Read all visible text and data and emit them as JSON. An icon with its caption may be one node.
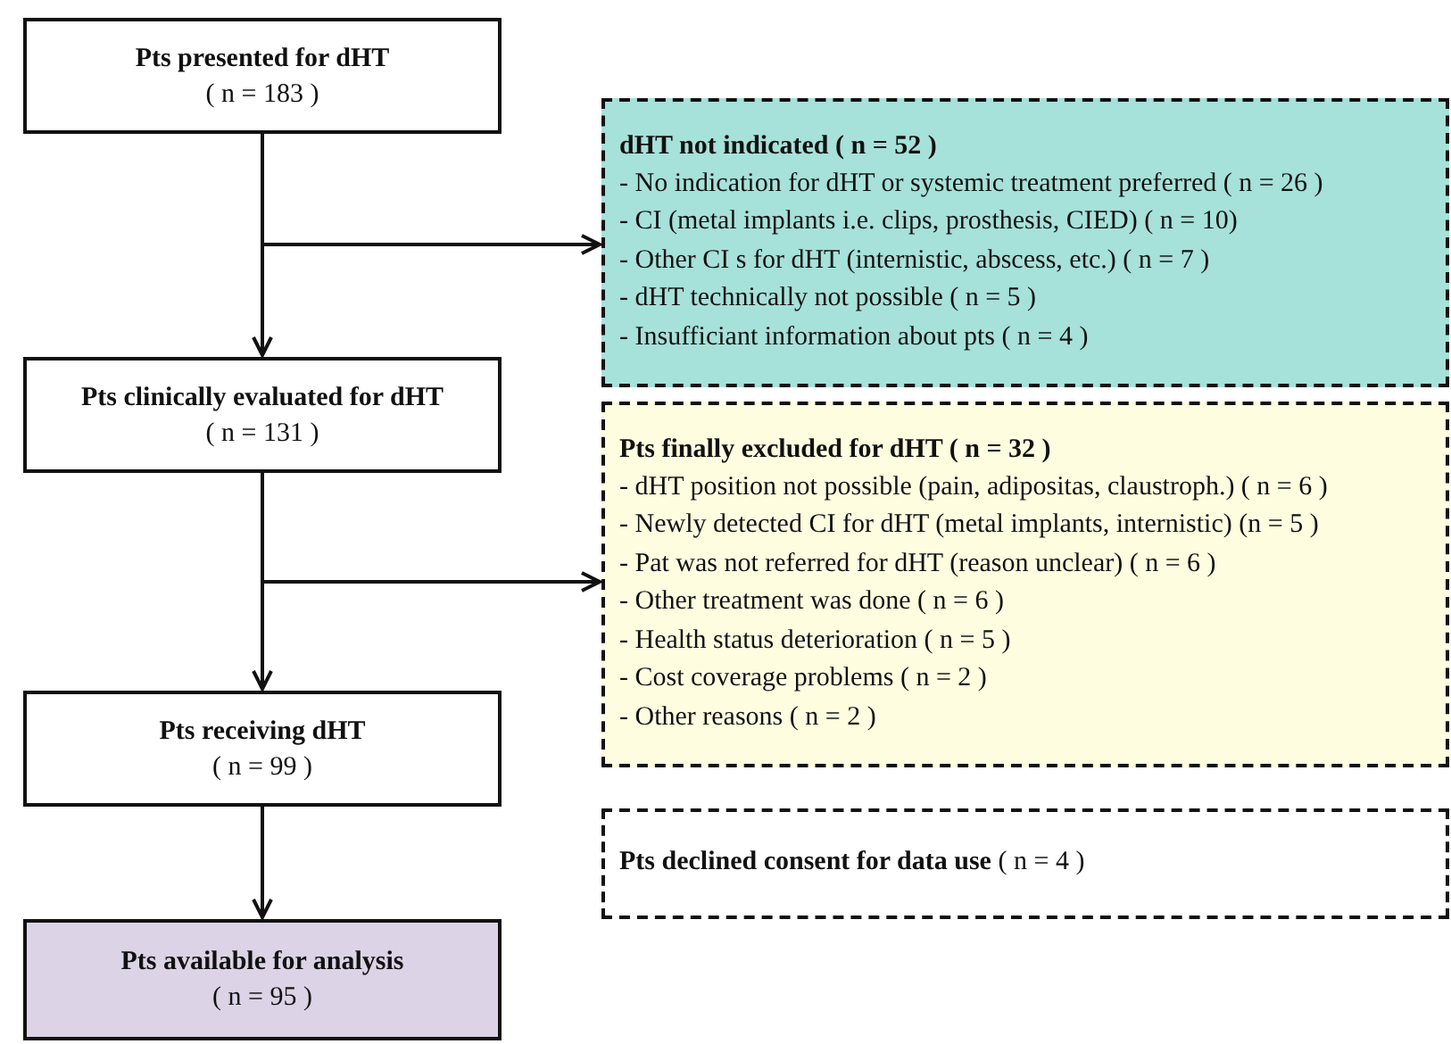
{
  "diagram": {
    "nodes": [
      {
        "text": [
          "Pts presented for dHT",
          "( n = 183 )"
        ]
      },
      {
        "text": [
          "dHT not indicated ( n = 52 )",
          "- No indication for dHT or systemic treatment preferred ( n = 26 )",
          "- CI (metal implants i.e. clips, prosthesis, CIED) ( n = 10)",
          "- Other CI s for dHT (internistic, abscess, etc.) ( n = 7 )",
          "- dHT technically not possible ( n = 5 )",
          "- Insufficiant information about pts ( n = 4 )"
        ]
      },
      {
        "text": [
          "Pts clinically evaluated for dHT",
          "( n = 131 )"
        ]
      },
      {
        "text": [
          "Pts finally excluded for dHT ( n = 32 )",
          "- dHT position not possible (pain, adipositas, claustroph.) ( n = 6 )",
          "- Newly detected CI for dHT (metal implants, internistic) (n = 5 )",
          "- Pat was not referred for dHT (reason unclear) ( n = 6 )",
          "- Other treatment was done ( n = 6 )",
          "- Health status deterioration ( n = 5 )",
          "- Cost coverage problems ( n = 2 )",
          "- Other reasons ( n = 2 )"
        ]
      },
      {
        "text": [
          "Pts receiving dHT",
          "( n = 99 )"
        ]
      },
      {
        "text": [
          "**Pts declined consent for data use** ( n = 4 )"
        ]
      },
      {
        "text": [
          "Pts available for analysis",
          "( n = 95 )"
        ]
      }
    ],
    "edges": [
      {
        "from": 0,
        "to": 2,
        "arrow": "to"
      },
      {
        "from": 0,
        "to": 1,
        "arrow": "to"
      },
      {
        "from": 2,
        "to": 4,
        "arrow": "to"
      },
      {
        "from": 2,
        "to": 3,
        "arrow": "to"
      },
      {
        "from": 4,
        "to": 6,
        "arrow": "to"
      }
    ]
  }
}
